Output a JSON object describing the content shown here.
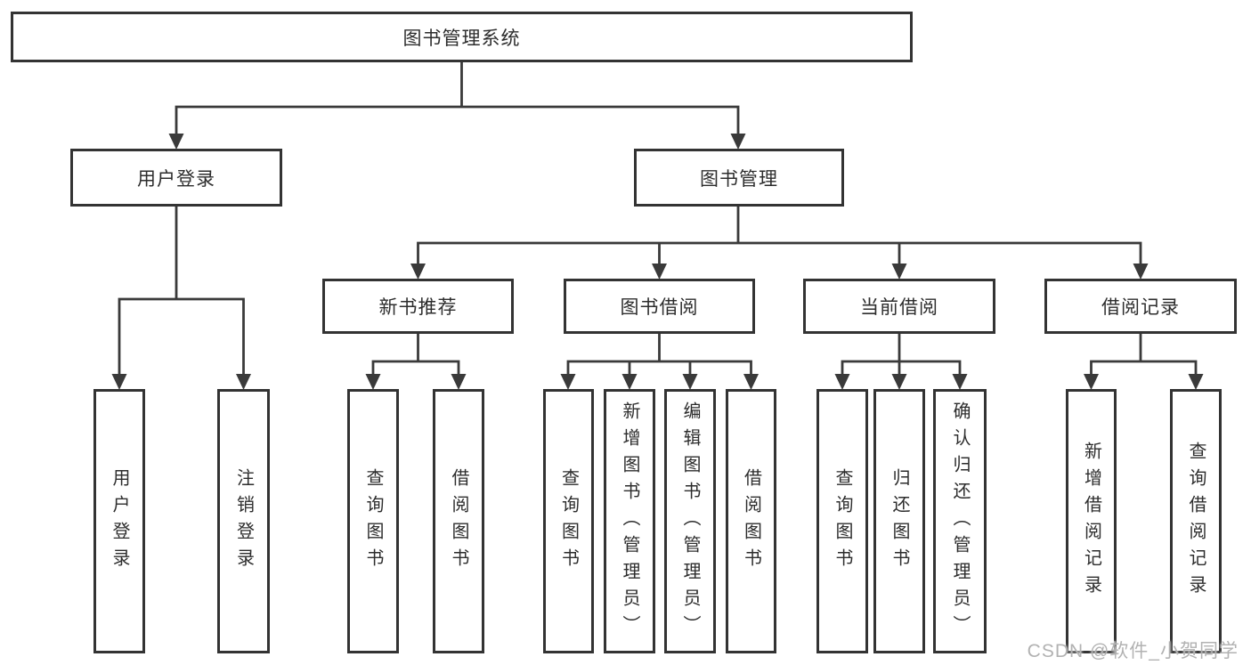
{
  "tree": {
    "root": {
      "label": "图书管理系统"
    },
    "branches": [
      {
        "label": "用户登录",
        "children": [
          {
            "label": "用户登录"
          },
          {
            "label": "注销登录"
          }
        ]
      },
      {
        "label": "图书管理",
        "children": [
          {
            "label": "新书推荐",
            "children": [
              {
                "label": "查询图书"
              },
              {
                "label": "借阅图书"
              }
            ]
          },
          {
            "label": "图书借阅",
            "children": [
              {
                "label": "查询图书"
              },
              {
                "label": "新增图书（管理员）"
              },
              {
                "label": "编辑图书（管理员）"
              },
              {
                "label": "借阅图书"
              }
            ]
          },
          {
            "label": "当前借阅",
            "children": [
              {
                "label": "查询图书"
              },
              {
                "label": "归还图书"
              },
              {
                "label": "确认归还（管理员）"
              }
            ]
          },
          {
            "label": "借阅记录",
            "children": [
              {
                "label": "新增借阅记录"
              },
              {
                "label": "查询借阅记录"
              }
            ]
          }
        ]
      }
    ]
  },
  "watermark": {
    "text": "CSDN @软件_小贺同学"
  },
  "colors": {
    "line": "#3a3a3a",
    "box_border": "#333333",
    "text": "#2d2d2d",
    "watermark": "#b2b2b2",
    "background": "#ffffff"
  }
}
